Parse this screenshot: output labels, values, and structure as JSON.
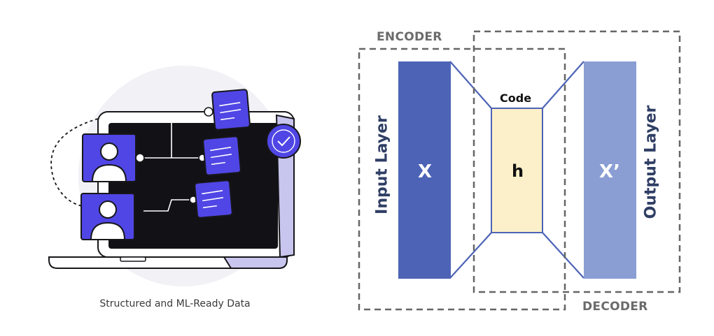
{
  "illustration": {
    "caption": "Structured and ML-Ready Data"
  },
  "diagram": {
    "encoder_label": "ENCODER",
    "decoder_label": "DECODER",
    "input_layer_label": "Input Layer",
    "output_layer_label": "Output Layer",
    "code_label": "Code",
    "input_symbol": "X",
    "code_symbol": "h",
    "output_symbol": "X’"
  },
  "colors": {
    "input_layer": "#4c63b6",
    "output_layer": "#8b9ed4",
    "code_layer": "#fbf0c9",
    "accent_purple": "#5046e5",
    "screen": "#121216",
    "dashed_box": "#666666"
  }
}
